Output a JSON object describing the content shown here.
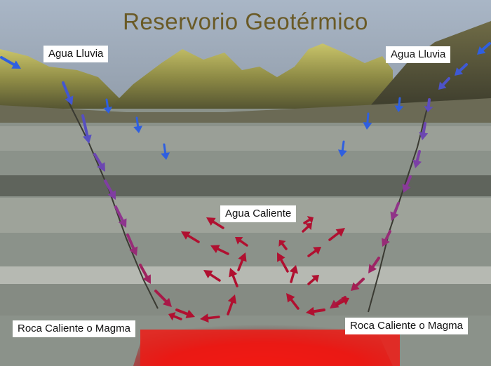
{
  "title": "Reservorio Geotérmico",
  "labels": {
    "rain_left": "Agua Lluvia",
    "rain_right": "Agua Lluvia",
    "hot_water": "Agua Caliente",
    "rock_left": "Roca Caliente o Magma",
    "rock_right": "Roca Caliente o Magma"
  },
  "colors": {
    "sky": "#9aa8b8",
    "mountain": "#b8b45a",
    "ground": "#8a9088",
    "magma": "#e01010",
    "cold_arrow": "#2f5fe0",
    "mid_arrow": "#8a3a9a",
    "hot_arrow": "#b01030",
    "title_text": "#6a5a26"
  }
}
